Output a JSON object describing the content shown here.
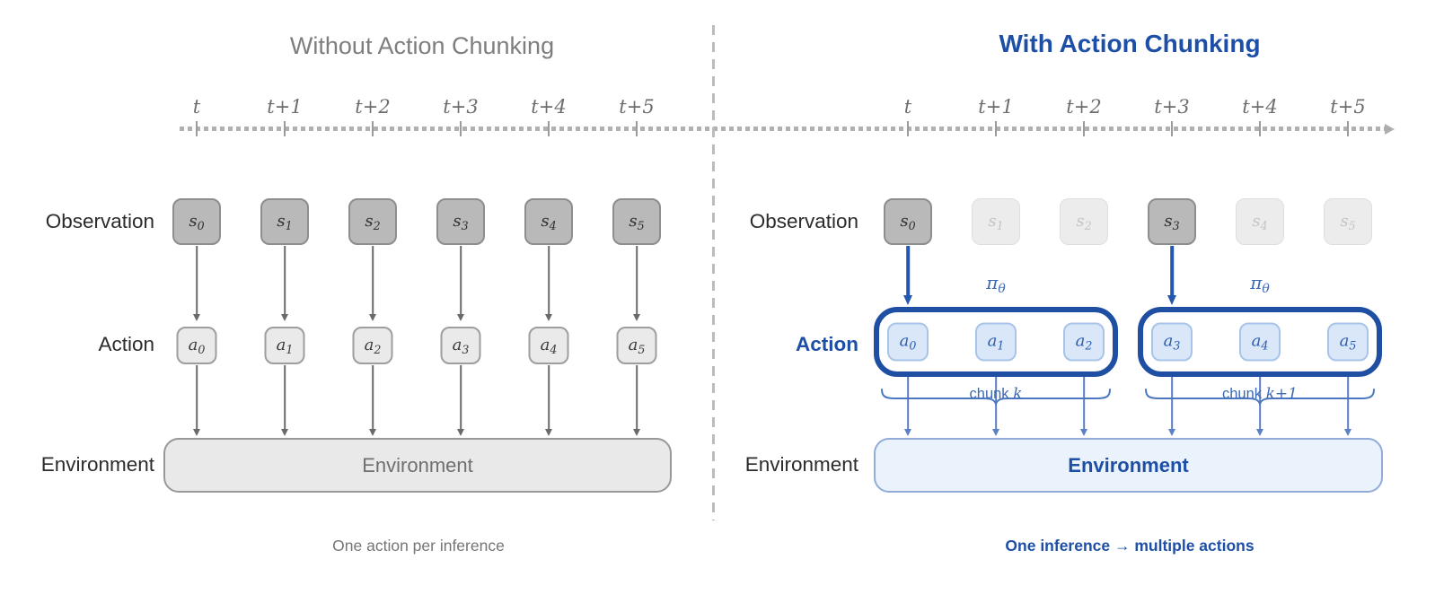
{
  "left": {
    "title": "Without Action Chunking",
    "timeline": [
      "t",
      "t+1",
      "t+2",
      "t+3",
      "t+4",
      "t+5"
    ],
    "row_labels": {
      "observation": "Observation",
      "action": "Action",
      "environment": "Environment"
    },
    "observations": [
      {
        "base": "s",
        "sub": "0"
      },
      {
        "base": "s",
        "sub": "1"
      },
      {
        "base": "s",
        "sub": "2"
      },
      {
        "base": "s",
        "sub": "3"
      },
      {
        "base": "s",
        "sub": "4"
      },
      {
        "base": "s",
        "sub": "5"
      }
    ],
    "actions": [
      {
        "base": "a",
        "sub": "0"
      },
      {
        "base": "a",
        "sub": "1"
      },
      {
        "base": "a",
        "sub": "2"
      },
      {
        "base": "a",
        "sub": "3"
      },
      {
        "base": "a",
        "sub": "4"
      },
      {
        "base": "a",
        "sub": "5"
      }
    ],
    "environment_box": "Environment",
    "caption": "One action per inference"
  },
  "right": {
    "title": "With Action Chunking",
    "timeline": [
      "t",
      "t+1",
      "t+2",
      "t+3",
      "t+4",
      "t+5"
    ],
    "row_labels": {
      "observation": "Observation",
      "action": "Action",
      "environment": "Environment"
    },
    "observations": [
      {
        "base": "s",
        "sub": "0",
        "faded": false
      },
      {
        "base": "s",
        "sub": "1",
        "faded": true
      },
      {
        "base": "s",
        "sub": "2",
        "faded": true
      },
      {
        "base": "s",
        "sub": "3",
        "faded": false
      },
      {
        "base": "s",
        "sub": "4",
        "faded": true
      },
      {
        "base": "s",
        "sub": "5",
        "faded": true
      }
    ],
    "policy": {
      "base": "π",
      "sub": "θ"
    },
    "chunks": [
      {
        "label_text": "chunk",
        "label_math": "k",
        "actions": [
          {
            "base": "a",
            "sub": "0"
          },
          {
            "base": "a",
            "sub": "1"
          },
          {
            "base": "a",
            "sub": "2"
          }
        ]
      },
      {
        "label_text": "chunk",
        "label_math": "k+1",
        "actions": [
          {
            "base": "a",
            "sub": "3"
          },
          {
            "base": "a",
            "sub": "4"
          },
          {
            "base": "a",
            "sub": "5"
          }
        ]
      }
    ],
    "environment_box": "Environment",
    "caption": "One inference → multiple actions"
  },
  "colors": {
    "accent_blue_dark": "#1d4fa6",
    "accent_blue_mid": "#2457b0",
    "accent_blue_light": "#5b80c4",
    "action_box_fill": "#d9e7f8",
    "action_box_border": "#a8c4e8",
    "env_right_fill": "#eaf2fc",
    "env_right_border": "#92acd9",
    "obs_box_fill": "#b9b9b9",
    "obs_box_border": "#8e8e8e",
    "faded_box_fill": "#ececec",
    "gray_title": "#7e7e7e",
    "timeline_gray": "#b0b0b0"
  }
}
